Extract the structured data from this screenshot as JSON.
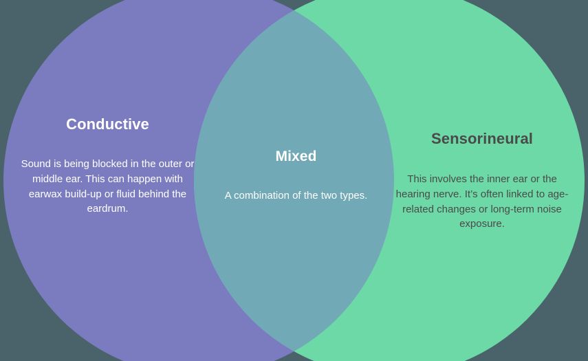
{
  "diagram": {
    "type": "venn-2-set",
    "background_color": "#4a636b",
    "sets": [
      {
        "id": "conductive",
        "title": "Conductive",
        "description": "Sound is being blocked in the outer or middle ear. This can happen with earwax build-up or fluid behind the eardrum.",
        "fill_color": "#7b7bc0",
        "text_color": "#ffffff"
      },
      {
        "id": "sensorineural",
        "title": "Sensorineural",
        "description": "This involves the inner ear or the hearing nerve. It’s often linked to age-related changes or long-term noise exposure.",
        "fill_color": "#6dd9a7",
        "text_color": "#4a4a4a"
      }
    ],
    "intersection": {
      "id": "mixed",
      "title": "Mixed",
      "description": "A combination of the two types.",
      "fill_color": "#71a9b6",
      "text_color": "#ffffff"
    }
  }
}
